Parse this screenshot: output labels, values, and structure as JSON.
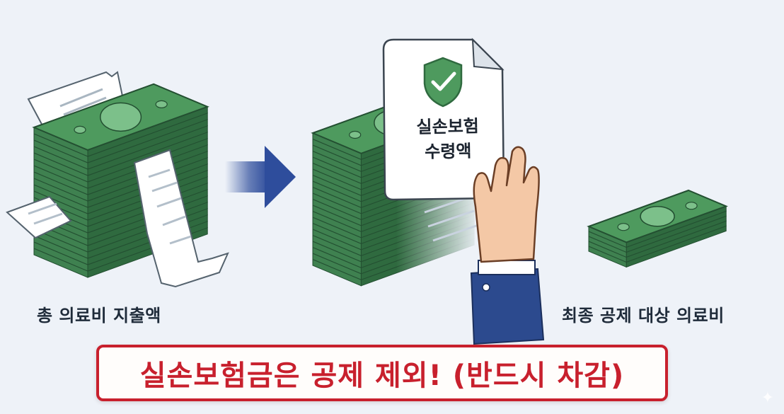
{
  "labels": {
    "total_medical_expense": "총 의료비 지출액",
    "final_deductible": "최종 공제 대상 의료비"
  },
  "document": {
    "line1": "실손보험",
    "line2": "수령액",
    "icon": "shield-check-icon"
  },
  "banner": {
    "text": "실손보험금은 공제 제외! (반드시 차감)"
  },
  "icons": {
    "arrow": "arrow-right-icon",
    "sparkle": "sparkle-icon"
  },
  "colors": {
    "background": "#eef2f8",
    "money_green": "#4e9a5e",
    "money_dark": "#2f6a3f",
    "arrow_blue": "#2e4d9c",
    "banner_red": "#c8202d",
    "sleeve_blue": "#2c4a8e",
    "skin": "#f4c8a6"
  }
}
